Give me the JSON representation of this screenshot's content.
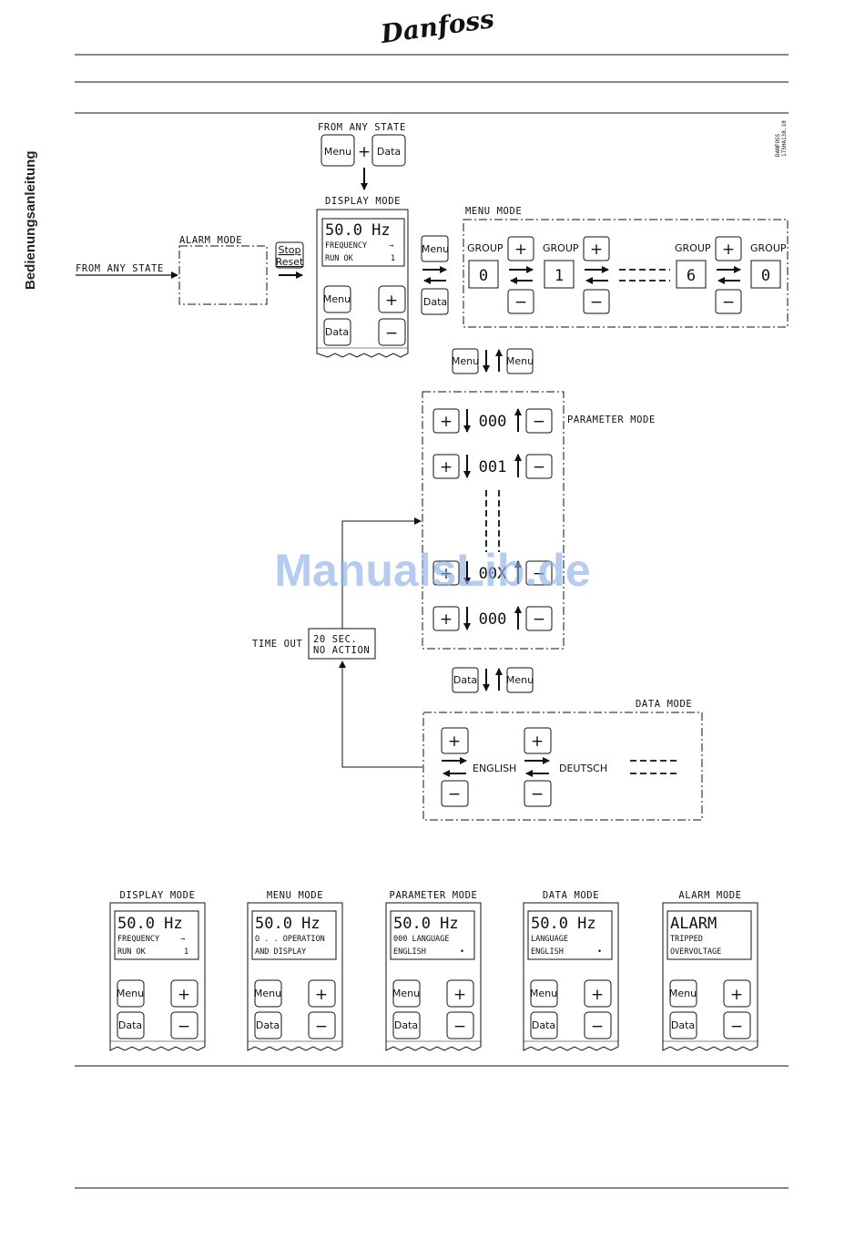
{
  "brand": "Danfoss",
  "side_title": "Bedienungsanleitung",
  "watermark": "ManualsLib.de",
  "figure_code": [
    "DANFOSS",
    "175HA138.10"
  ],
  "top": {
    "from_any_state": "FROM ANY STATE",
    "menu": "Menu",
    "plus": "+",
    "data": "Data",
    "display_mode": "DISPLAY MODE",
    "alarm_mode": "ALARM MODE",
    "from_any_state_left": "FROM ANY STATE",
    "stop": "Stop",
    "reset": "Reset",
    "screen": {
      "line1": "50.0 Hz",
      "line2": "FREQUENCY",
      "line2b": "→",
      "line3": "RUN OK",
      "line3b": "1"
    },
    "keys": {
      "menu": "Menu",
      "data": "Data",
      "plus": "+",
      "minus": "−"
    }
  },
  "menu_mode": {
    "title": "MENU MODE",
    "group": "GROUP",
    "groups": [
      "0",
      "1",
      "6",
      "0"
    ],
    "menu_key": "Menu",
    "data_key": "Data",
    "plus": "+",
    "minus": "−"
  },
  "parameter_mode": {
    "title": "PARAMETER MODE",
    "values": [
      "000",
      "001",
      "00X",
      "000"
    ],
    "menu_key": "Menu",
    "plus": "+",
    "minus": "−"
  },
  "timeout": {
    "label": "TIME OUT",
    "line1": "20 SEC.",
    "line2": "NO ACTION"
  },
  "data_mode": {
    "title": "DATA MODE",
    "options": [
      "ENGLISH",
      "DEUTSCH"
    ],
    "data_key": "Data",
    "menu_key": "Menu",
    "plus": "+",
    "minus": "−"
  },
  "panels": [
    {
      "title": "DISPLAY MODE",
      "line1": "50.0 Hz",
      "line2": "FREQUENCY",
      "line2b": "→",
      "line3": "RUN OK",
      "line3b": "1"
    },
    {
      "title": "MENU MODE",
      "line1": "50.0 Hz",
      "line2": "O . . OPERATION",
      "line2b": "",
      "line3": "AND DISPLAY",
      "line3b": ""
    },
    {
      "title": "PARAMETER MODE",
      "line1": "50.0 Hz",
      "line2": "000 LANGUAGE",
      "line2b": "",
      "line3": "ENGLISH",
      "line3b": "•"
    },
    {
      "title": "DATA MODE",
      "line1": "50.0 Hz",
      "line2": "LANGUAGE",
      "line2b": "",
      "line3": "ENGLISH",
      "line3b": "•"
    },
    {
      "title": "ALARM MODE",
      "line1": "ALARM",
      "line2": "TRIPPED",
      "line2b": "",
      "line3": "OVERVOLTAGE",
      "line3b": ""
    }
  ],
  "panel_keys": {
    "menu": "Menu",
    "data": "Data",
    "plus": "+",
    "minus": "−"
  }
}
